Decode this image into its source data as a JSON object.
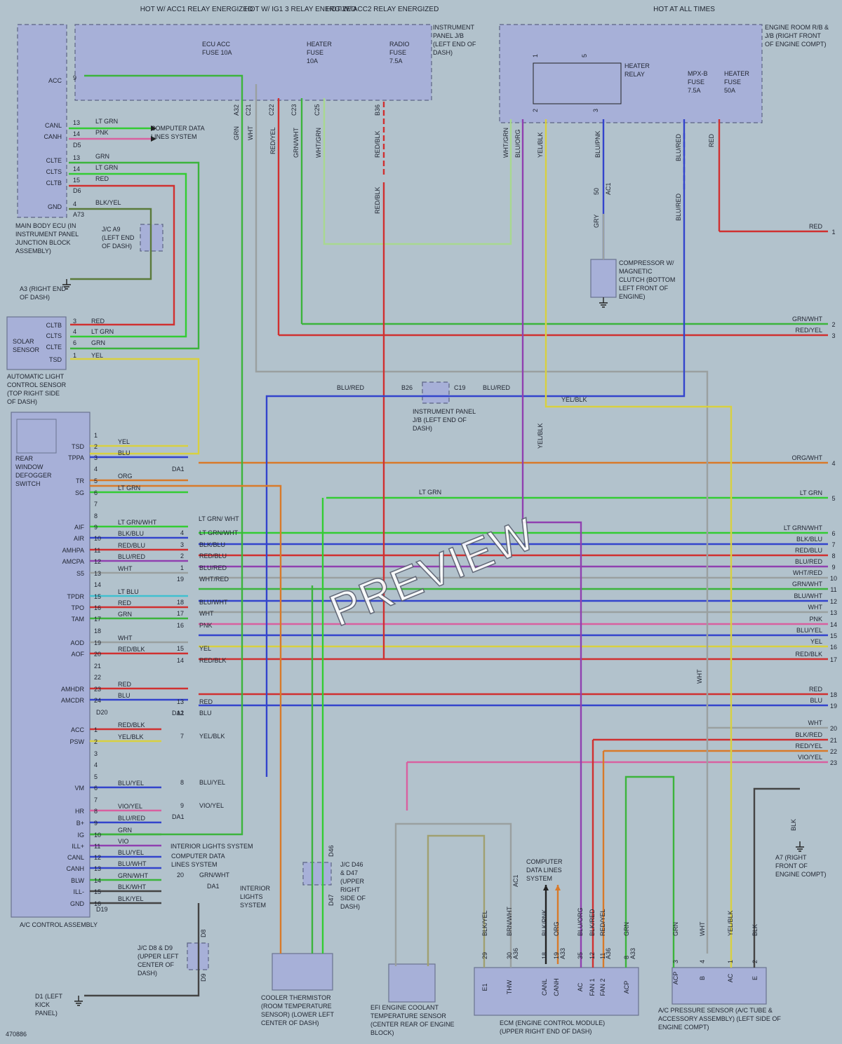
{
  "header": {
    "hot_acc1": "HOT W/ ACC1 RELAY ENERGIZED",
    "hot_ig1": "HOT W/ IG1 3 RELAY ENERGIZED",
    "hot_acc2": "HOT W/ ACC2 RELAY ENERGIZED",
    "hot_all": "HOT AT ALL TIMES"
  },
  "components": {
    "ip_jb": "INSTRUMENT PANEL J/B (LEFT END OF DASH)",
    "er_rb": "ENGINE ROOM R/B & J/B (RIGHT FRONT OF ENGINE COMPT)",
    "ecu_acc_fuse": "ECU ACC FUSE 10A",
    "heater_fuse": "HEATER FUSE 10A",
    "radio_fuse": "RADIO FUSE 7.5A",
    "mpxb_fuse": "MPX-B FUSE 7.5A",
    "heater_fuse50": "HEATER FUSE 50A",
    "heater_relay": "HEATER RELAY",
    "main_body_ecu": "MAIN BODY ECU (IN INSTRUMENT PANEL JUNCTION BLOCK ASSEMBLY)",
    "jc_a9": "J/C A9 (LEFT END OF DASH)",
    "a3_gnd": "A3 (RIGHT END OF DASH)",
    "solar_sensor": "SOLAR SENSOR",
    "auto_light": "AUTOMATIC LIGHT CONTROL SENSOR (TOP RIGHT SIDE OF DASH)",
    "rear_defogger": "REAR WINDOW DEFOGGER SWITCH",
    "ac_control": "A/C CONTROL ASSEMBLY",
    "ip_jb2": "INSTRUMENT PANEL J/B (LEFT END OF DASH)",
    "compressor": "COMPRESSOR W/ MAGNETIC CLUTCH (BOTTOM LEFT FRONT OF ENGINE)",
    "jc_d46": "J/C D46 & D47 (UPPER RIGHT SIDE OF DASH)",
    "jc_d8": "J/C D8 & D9 (UPPER LEFT CENTER OF DASH)",
    "d1_gnd": "D1 (LEFT KICK PANEL)",
    "cooler_therm": "COOLER THERMISTOR (ROOM TEMPERATURE SENSOR) (LOWER LEFT CENTER OF DASH)",
    "efi_sensor": "EFI ENGINE COOLANT TEMPERATURE SENSOR (CENTER REAR OF ENGINE BLOCK)",
    "ecm": "ECM (ENGINE CONTROL MODULE) (UPPER RIGHT END OF DASH)",
    "ac_press": "A/C PRESSURE SENSOR (A/C TUBE & ACCESSORY ASSEMBLY) (LEFT SIDE OF ENGINE COMPT)",
    "a7_gnd": "A7 (RIGHT FRONT OF ENGINE COMPT)",
    "cdl1": "COMPUTER DATA LINES SYSTEM",
    "cdl2": "COMPUTER DATA LINES SYSTEM",
    "cdl3": "COMPUTER DATA LINES SYSTEM",
    "interior1": "INTERIOR LIGHTS SYSTEM",
    "interior2": "INTERIOR LIGHTS SYSTEM",
    "fig_no": "470886",
    "watermark": "PREVIEW"
  },
  "colors": {
    "GRN": "#3cb43c",
    "LTGRN": "#33cc33",
    "RED": "#d03030",
    "YEL": "#d8d040",
    "BLU": "#3344cc",
    "ORG": "#d87a2a",
    "WHT": "#e6e6e6",
    "GRY": "#9aa0a0",
    "VIO": "#9040b0",
    "PNK": "#d860a0",
    "BLK": "#444444"
  },
  "wires": {
    "rows": [
      {
        "n": "1",
        "lbl": "RED"
      },
      {
        "n": "2",
        "lbl": "GRN/WHT"
      },
      {
        "n": "3",
        "lbl": "RED/YEL"
      },
      {
        "n": "4",
        "lbl": "ORG/WHT"
      },
      {
        "n": "5",
        "lbl": "LT GRN"
      },
      {
        "n": "6",
        "lbl": "LT GRN/WHT"
      },
      {
        "n": "7",
        "lbl": "BLK/BLU"
      },
      {
        "n": "8",
        "lbl": "RED/BLU"
      },
      {
        "n": "9",
        "lbl": "BLU/RED"
      },
      {
        "n": "10",
        "lbl": "WHT/RED"
      },
      {
        "n": "11",
        "lbl": "GRN/WHT"
      },
      {
        "n": "12",
        "lbl": "BLU/WHT"
      },
      {
        "n": "13",
        "lbl": "WHT"
      },
      {
        "n": "14",
        "lbl": "PNK"
      },
      {
        "n": "15",
        "lbl": "BLU/YEL"
      },
      {
        "n": "16",
        "lbl": "YEL"
      },
      {
        "n": "17",
        "lbl": "RED/BLK"
      },
      {
        "n": "18",
        "lbl": "RED"
      },
      {
        "n": "19",
        "lbl": "BLU"
      },
      {
        "n": "20",
        "lbl": "WHT"
      },
      {
        "n": "21",
        "lbl": "BLK/RED"
      },
      {
        "n": "22",
        "lbl": "RED/YEL"
      },
      {
        "n": "23",
        "lbl": "VIO/YEL"
      }
    ]
  },
  "pins": {
    "acu": [
      {
        "n": "1",
        "name": "",
        "c": ""
      },
      {
        "n": "2",
        "name": "TSD",
        "c": "YEL"
      },
      {
        "n": "3",
        "name": "TPPA",
        "c": "BLU"
      },
      {
        "n": "4",
        "name": "",
        "c": ""
      },
      {
        "n": "5",
        "name": "TR",
        "c": "ORG"
      },
      {
        "n": "6",
        "name": "SG",
        "c": "LT GRN"
      },
      {
        "n": "7",
        "name": "",
        "c": ""
      },
      {
        "n": "8",
        "name": "",
        "c": ""
      },
      {
        "n": "9",
        "name": "AIF",
        "c": "LT GRN/WHT"
      },
      {
        "n": "10",
        "name": "AIR",
        "c": "BLK/BLU"
      },
      {
        "n": "11",
        "name": "AMHPA",
        "c": "RED/BLU"
      },
      {
        "n": "12",
        "name": "AMCPA",
        "c": "BLU/RED"
      },
      {
        "n": "13",
        "name": "S5",
        "c": "WHT"
      },
      {
        "n": "14",
        "name": "",
        "c": ""
      },
      {
        "n": "15",
        "name": "TPDR",
        "c": "LT BLU"
      },
      {
        "n": "16",
        "name": "TPO",
        "c": "RED"
      },
      {
        "n": "17",
        "name": "TAM",
        "c": "GRN"
      },
      {
        "n": "18",
        "name": "",
        "c": ""
      },
      {
        "n": "19",
        "name": "AOD",
        "c": "WHT"
      },
      {
        "n": "20",
        "name": "AOF",
        "c": "RED/BLK"
      },
      {
        "n": "21",
        "name": "",
        "c": ""
      },
      {
        "n": "22",
        "name": "",
        "c": ""
      },
      {
        "n": "23",
        "name": "AMHDR",
        "c": "RED"
      },
      {
        "n": "24",
        "name": "AMCDR",
        "c": "BLU"
      }
    ],
    "acu2": [
      {
        "n": "1",
        "name": "ACC",
        "c": "RED/BLK"
      },
      {
        "n": "2",
        "name": "PSW",
        "c": "YEL/BLK"
      },
      {
        "n": "3",
        "name": "",
        "c": ""
      },
      {
        "n": "4",
        "name": "",
        "c": ""
      },
      {
        "n": "5",
        "name": "",
        "c": ""
      },
      {
        "n": "6",
        "name": "VM",
        "c": "BLU/YEL"
      },
      {
        "n": "7",
        "name": "",
        "c": ""
      },
      {
        "n": "8",
        "name": "HR",
        "c": "VIO/YEL"
      },
      {
        "n": "9",
        "name": "B+",
        "c": "BLU/RED"
      },
      {
        "n": "10",
        "name": "IG",
        "c": "GRN"
      },
      {
        "n": "11",
        "name": "ILL+",
        "c": "VIO"
      },
      {
        "n": "12",
        "name": "CANL",
        "c": "BLU/YEL"
      },
      {
        "n": "13",
        "name": "CANH",
        "c": "BLU/WHT"
      },
      {
        "n": "14",
        "name": "BLW",
        "c": "GRN/WHT"
      },
      {
        "n": "15",
        "name": "ILL-",
        "c": "BLK/WHT"
      },
      {
        "n": "16",
        "name": "GND",
        "c": "BLK/YEL"
      }
    ],
    "mbecu": [
      {
        "n": "9",
        "name": "ACC",
        "c": ""
      },
      {
        "n": "13",
        "name": "CANL",
        "c": "LT GRN"
      },
      {
        "n": "14",
        "name": "CANH",
        "c": "PNK"
      },
      {
        "n": "13",
        "name": "CLTE",
        "c": "GRN"
      },
      {
        "n": "14",
        "name": "CLTS",
        "c": "LT GRN"
      },
      {
        "n": "15",
        "name": "CLTB",
        "c": "RED"
      },
      {
        "n": "4",
        "name": "GND",
        "c": "BLK/YEL"
      }
    ],
    "solar": [
      {
        "n": "3",
        "name": "CLTB",
        "c": "RED"
      },
      {
        "n": "4",
        "name": "CLTS",
        "c": "LT GRN"
      },
      {
        "n": "6",
        "name": "CLTE",
        "c": "GRN"
      },
      {
        "n": "1",
        "name": "TSD",
        "c": "YEL"
      }
    ],
    "right_side": [
      {
        "n": "4",
        "c": "LT GRN/WHT"
      },
      {
        "n": "3",
        "c": "BLK/BLU"
      },
      {
        "n": "2",
        "c": "RED/BLU"
      },
      {
        "n": "1",
        "c": "BLU/RED"
      },
      {
        "n": "19",
        "c": "WHT/RED"
      },
      {
        "n": "18",
        "c": "BLU/WHT"
      },
      {
        "n": "17",
        "c": "WHT"
      },
      {
        "n": "16",
        "c": "PNK"
      },
      {
        "n": "15",
        "c": "YEL"
      },
      {
        "n": "14",
        "c": "RED/BLK"
      },
      {
        "n": "13",
        "c": "RED"
      },
      {
        "n": "12",
        "c": "BLU"
      },
      {
        "n": "7",
        "c": "YEL/BLK"
      },
      {
        "n": "8",
        "c": "BLU/YEL"
      },
      {
        "n": "9",
        "c": "VIO/YEL"
      },
      {
        "n": "20",
        "c": "GRN/WHT"
      }
    ],
    "ecm": [
      {
        "n": "29",
        "name": "E1",
        "c": "BLK/YEL"
      },
      {
        "n": "30",
        "name": "THW",
        "c": "BRN/WHT"
      },
      {
        "n": "18",
        "name": "CANL",
        "c": "BLK/PNK"
      },
      {
        "n": "19",
        "name": "CANH",
        "c": "ORG"
      },
      {
        "n": "35",
        "name": "AC",
        "c": "BLU/ORG"
      },
      {
        "n": "12",
        "name": "FAN 1",
        "c": "BLK/RED"
      },
      {
        "n": "11",
        "name": "FAN 2",
        "c": "RED/YEL"
      },
      {
        "n": "8",
        "name": "ACP",
        "c": "GRN"
      }
    ],
    "press": [
      {
        "n": "3",
        "name": "ACP",
        "c": "GRN"
      },
      {
        "n": "4",
        "name": "B",
        "c": "WHT"
      },
      {
        "n": "1",
        "name": "AC",
        "c": "YEL/BLK"
      },
      {
        "n": "2",
        "name": "E",
        "c": "BLK"
      }
    ]
  },
  "conn": {
    "a32": "A32",
    "c21": "C21",
    "c22": "C22",
    "c23": "C23",
    "c25": "C25",
    "b36": "B36",
    "d5": "D5",
    "d6": "D6",
    "a73": "A73",
    "b26": "B26",
    "c19": "C19",
    "da1": "DA1",
    "d20": "D20",
    "d19": "D19",
    "ac1": "AC1",
    "a36": "A36",
    "a33": "A33",
    "d46": "D46",
    "d47": "D47",
    "d8": "D8",
    "d9": "D9"
  },
  "vlabels": {
    "grn": "GRN",
    "wht": "WHT",
    "redyel": "RED/YEL",
    "grnwht": "GRN/WHT",
    "whtgrn": "WHT/GRN",
    "redblk": "RED/BLK",
    "whtgrn2": "WHT/GRN",
    "bluorg": "BLU/ORG",
    "yelblk": "YEL/BLK",
    "blupnk": "BLU/PNK",
    "blured": "BLU/RED",
    "red": "RED",
    "gry": "GRY",
    "bluredh": "BLU/RED",
    "yelblkh": "YEL/BLK",
    "ltgrnh": "LT GRN",
    "ltgrnwht": "LT GRN/ WHT",
    "blk": "BLK",
    "whtv": "WHT"
  },
  "relay_pins": {
    "p1": "1",
    "p2": "2",
    "p3": "3",
    "p5": "5",
    "n50": "50"
  }
}
